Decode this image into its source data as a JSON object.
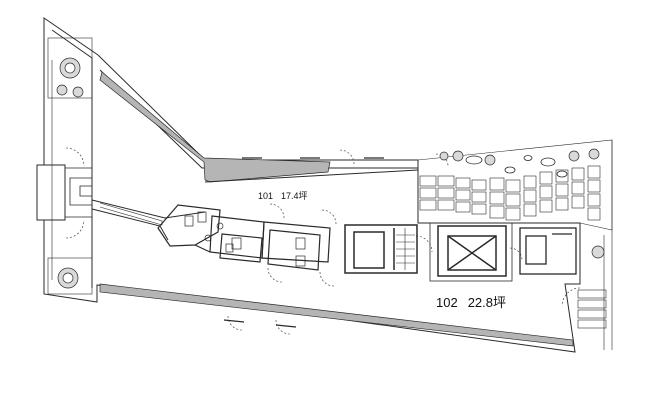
{
  "rooms": [
    {
      "number": "101",
      "area": "17.4坪"
    },
    {
      "number": "102",
      "area": "22.8坪"
    }
  ],
  "colors": {
    "line": "#2a2a2a",
    "wall_fill": "#b5b5b5",
    "paving": "#ffffff",
    "tree_fill": "#d9d9d9"
  }
}
